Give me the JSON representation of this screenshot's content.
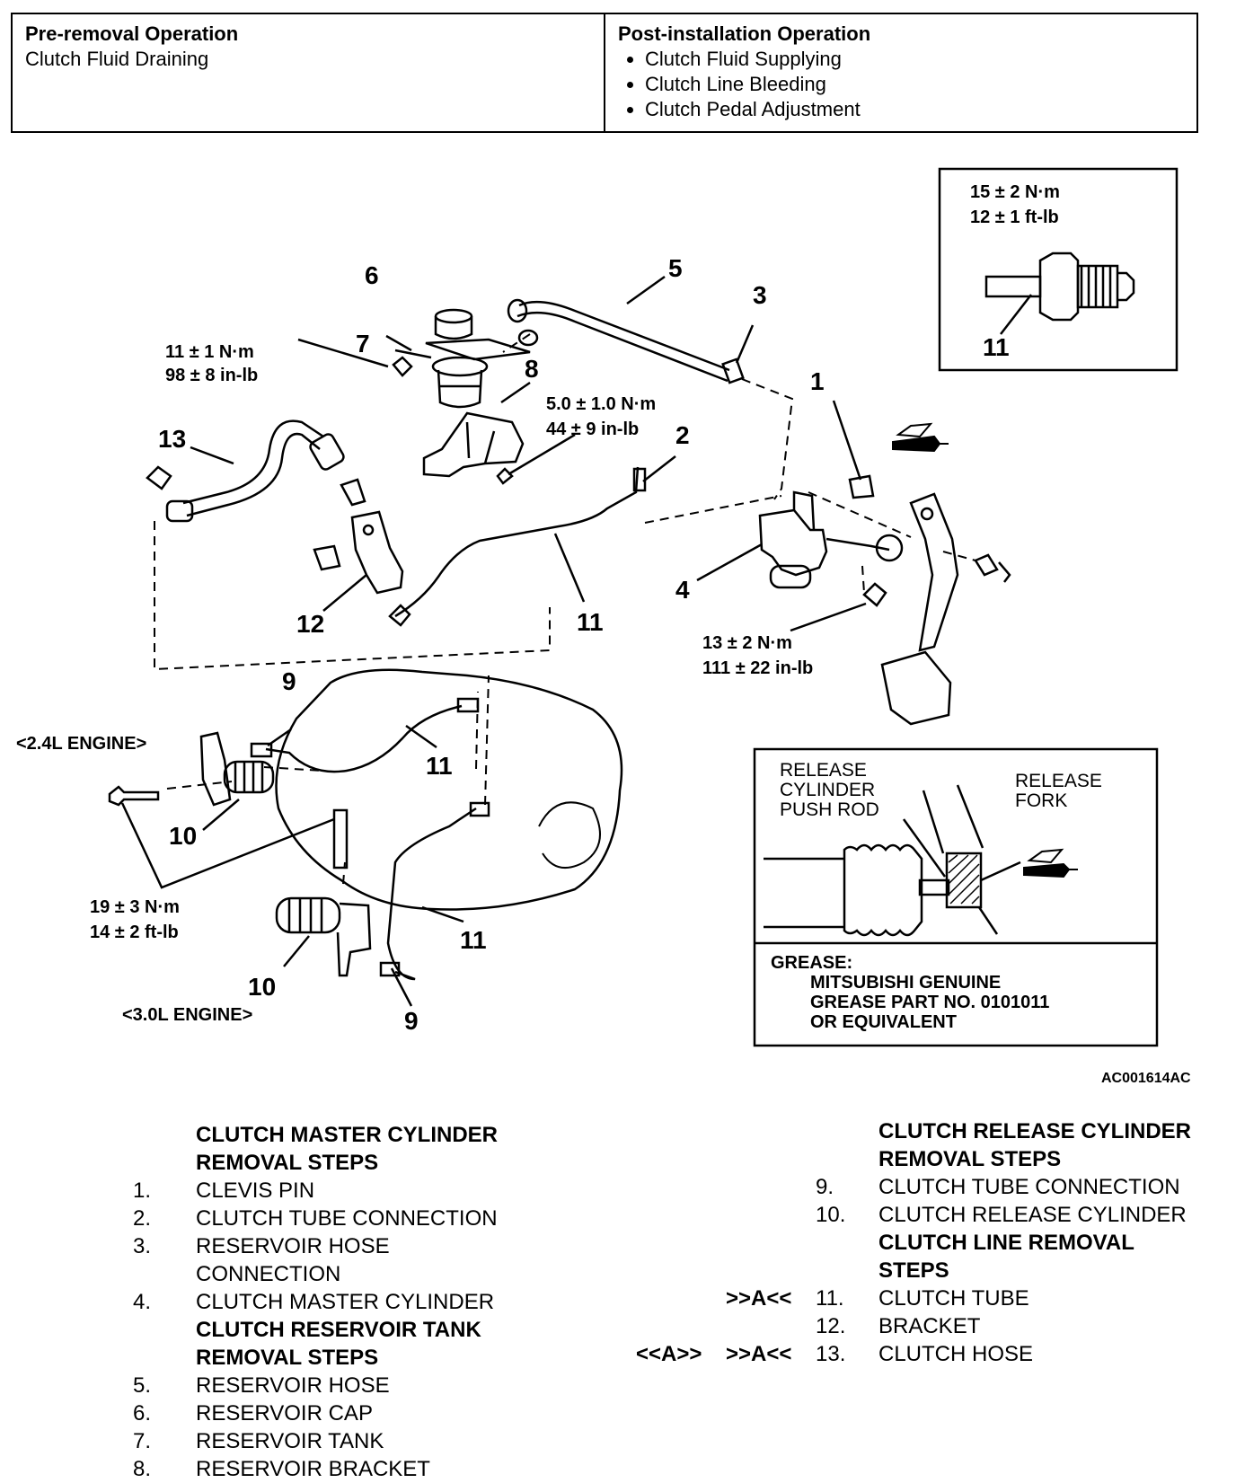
{
  "ops": {
    "pre_title": "Pre-removal Operation",
    "pre_items": [
      "Clutch Fluid Draining"
    ],
    "post_title": "Post-installation Operation",
    "post_items": [
      "Clutch Fluid Supplying",
      "Clutch Line Bleeding",
      "Clutch Pedal Adjustment"
    ]
  },
  "callouts": {
    "n1": "1",
    "n2": "2",
    "n3": "3",
    "n4": "4",
    "n5": "5",
    "n6": "6",
    "n7": "7",
    "n8": "8",
    "n9a": "9",
    "n9b": "9",
    "n10a": "10",
    "n10b": "10",
    "n11a": "11",
    "n11b": "11",
    "n11c": "11",
    "n11d": "11",
    "n12": "12",
    "n13": "13"
  },
  "torques": {
    "t_inset_nm": "15 ± 2 N·m",
    "t_inset_ft": "12 ± 1 ft-lb",
    "t_res_nm": "11 ± 1 N·m",
    "t_res_in": "98 ± 8 in-lb",
    "t_brk_nm": "5.0 ± 1.0 N·m",
    "t_brk_in": "44 ± 9 in-lb",
    "t_mc_nm": "13 ± 2 N·m",
    "t_mc_in": "111 ± 22 in-lb",
    "t_rel_nm": "19 ± 3 N·m",
    "t_rel_ft": "14 ± 2 ft-lb"
  },
  "engines": {
    "e24": "<2.4L ENGINE>",
    "e30": "<3.0L ENGINE>"
  },
  "detail": {
    "rod_l1": "RELEASE",
    "rod_l2": "CYLINDER",
    "rod_l3": "PUSH ROD",
    "fork_l1": "RELEASE",
    "fork_l2": "FORK",
    "grease_l1": "GREASE:",
    "grease_l2": "MITSUBISHI GENUINE",
    "grease_l3": "GREASE PART NO. 0101011",
    "grease_l4": "OR EQUIVALENT"
  },
  "figure_code": "AC001614AC",
  "left_steps": [
    {
      "mk1": "",
      "mk2": "",
      "num": "",
      "label": "CLUTCH MASTER CYLINDER",
      "type": "title"
    },
    {
      "mk1": "",
      "mk2": "",
      "num": "",
      "label": "REMOVAL STEPS",
      "type": "title"
    },
    {
      "mk1": "",
      "mk2": "",
      "num": "1.",
      "label": "CLEVIS PIN",
      "type": "step"
    },
    {
      "mk1": "",
      "mk2": "",
      "num": "2.",
      "label": "CLUTCH TUBE CONNECTION",
      "type": "step"
    },
    {
      "mk1": "",
      "mk2": "",
      "num": "3.",
      "label": "RESERVOIR HOSE",
      "type": "step"
    },
    {
      "mk1": "",
      "mk2": "",
      "num": "",
      "label": "CONNECTION",
      "type": "step"
    },
    {
      "mk1": "",
      "mk2": "",
      "num": "4.",
      "label": "CLUTCH MASTER CYLINDER",
      "type": "step"
    },
    {
      "mk1": "",
      "mk2": "",
      "num": "",
      "label": "CLUTCH RESERVOIR TANK",
      "type": "title"
    },
    {
      "mk1": "",
      "mk2": "",
      "num": "",
      "label": "REMOVAL STEPS",
      "type": "title"
    },
    {
      "mk1": "",
      "mk2": "",
      "num": "5.",
      "label": "RESERVOIR HOSE",
      "type": "step"
    },
    {
      "mk1": "",
      "mk2": "",
      "num": "6.",
      "label": "RESERVOIR CAP",
      "type": "step"
    },
    {
      "mk1": "",
      "mk2": "",
      "num": "7.",
      "label": "RESERVOIR TANK",
      "type": "step"
    },
    {
      "mk1": "",
      "mk2": "",
      "num": "8.",
      "label": "RESERVOIR BRACKET",
      "type": "step"
    }
  ],
  "right_steps": [
    {
      "mk1": "",
      "mk2": "",
      "num": "",
      "label": "CLUTCH RELEASE CYLINDER",
      "type": "title"
    },
    {
      "mk1": "",
      "mk2": "",
      "num": "",
      "label": "REMOVAL STEPS",
      "type": "title"
    },
    {
      "mk1": "",
      "mk2": "",
      "num": "9.",
      "label": "CLUTCH TUBE CONNECTION",
      "type": "step"
    },
    {
      "mk1": "",
      "mk2": "",
      "num": "10.",
      "label": "CLUTCH RELEASE CYLINDER",
      "type": "step"
    },
    {
      "mk1": "",
      "mk2": "",
      "num": "",
      "label": "CLUTCH LINE REMOVAL",
      "type": "title"
    },
    {
      "mk1": "",
      "mk2": "",
      "num": "",
      "label": "STEPS",
      "type": "title"
    },
    {
      "mk1": "",
      "mk2": ">>A<<",
      "num": "11.",
      "label": "CLUTCH TUBE",
      "type": "step"
    },
    {
      "mk1": "",
      "mk2": "",
      "num": "12.",
      "label": "BRACKET",
      "type": "step"
    },
    {
      "mk1": "<<A>>",
      "mk2": ">>A<<",
      "num": "13.",
      "label": "CLUTCH HOSE",
      "type": "step"
    }
  ]
}
